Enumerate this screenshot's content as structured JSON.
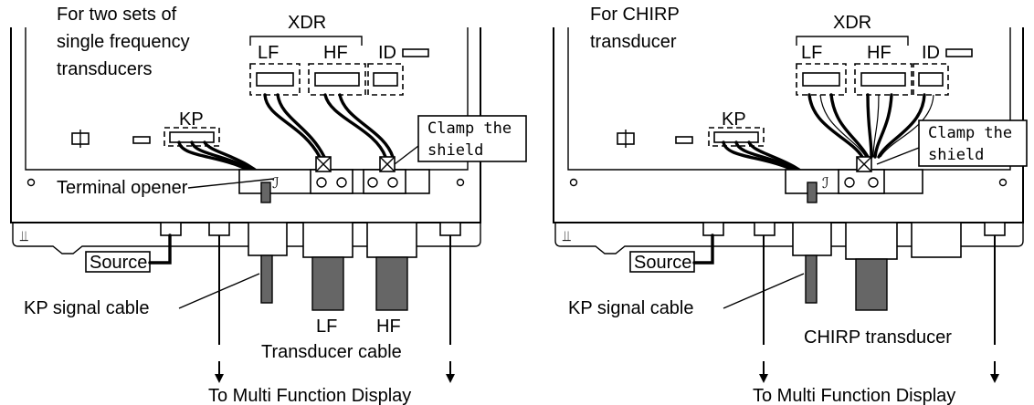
{
  "left_panel": {
    "title": [
      "For two sets of",
      "single frequency",
      "transducers"
    ],
    "xdr_label": "XDR",
    "lf_label": "LF",
    "hf_label": "HF",
    "id_label": "ID",
    "kp_label": "KP",
    "clamp_label": [
      "Clamp the",
      "shield"
    ],
    "terminal_opener_label": "Terminal opener",
    "source_label": "Source",
    "kp_signal_cable_label": "KP signal cable",
    "cable_lf_label": "LF",
    "cable_hf_label": "HF",
    "transducer_cable_label": "Transducer cable",
    "destination_label": "To Multi Function Display"
  },
  "right_panel": {
    "title": [
      "For CHIRP",
      "transducer"
    ],
    "xdr_label": "XDR",
    "lf_label": "LF",
    "hf_label": "HF",
    "id_label": "ID",
    "kp_label": "KP",
    "clamp_label": [
      "Clamp the",
      "shield"
    ],
    "source_label": "Source",
    "kp_signal_cable_label": "KP signal cable",
    "chirp_transducer_label": "CHIRP transducer",
    "destination_label": "To Multi Function Display"
  }
}
